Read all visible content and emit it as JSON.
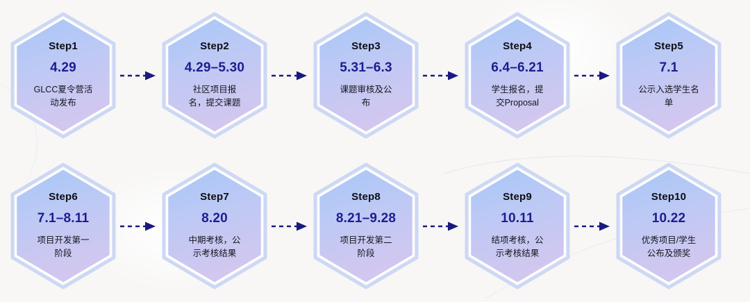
{
  "theme": {
    "page_background": "#f8f7f6",
    "hex_gradient_top": "#a9c8f5",
    "hex_gradient_bottom": "#cfc8ef",
    "hex_border": "#ffffff",
    "hex_outer_glow": "#c8d4f2",
    "date_text_color": "#1d1d8f",
    "step_text_color": "#0d0d12",
    "desc_text_color": "#15151c",
    "arrow_color": "#1a1a7e"
  },
  "diagram": {
    "type": "process-timeline",
    "orientation": "two-rows-of-five",
    "connector": "dashed-arrow",
    "step_count": 10
  },
  "steps": [
    {
      "label": "Step1",
      "date": "4.29",
      "desc_line1": "GLCC夏令营活",
      "desc_line2": "动发布"
    },
    {
      "label": "Step2",
      "date": "4.29–5.30",
      "desc_line1": "社区项目报",
      "desc_line2": "名，提交课题"
    },
    {
      "label": "Step3",
      "date": "5.31–6.3",
      "desc_line1": "课题审核及公",
      "desc_line2": "布"
    },
    {
      "label": "Step4",
      "date": "6.4–6.21",
      "desc_line1": "学生报名，提",
      "desc_line2": "交Proposal"
    },
    {
      "label": "Step5",
      "date": "7.1",
      "desc_line1": "公示入选学生名",
      "desc_line2": "单"
    },
    {
      "label": "Step6",
      "date": "7.1–8.11",
      "desc_line1": "项目开发第一",
      "desc_line2": "阶段"
    },
    {
      "label": "Step7",
      "date": "8.20",
      "desc_line1": "中期考核，公",
      "desc_line2": "示考核结果"
    },
    {
      "label": "Step8",
      "date": "8.21–9.28",
      "desc_line1": "项目开发第二",
      "desc_line2": "阶段"
    },
    {
      "label": "Step9",
      "date": "10.11",
      "desc_line1": "结项考核，公",
      "desc_line2": "示考核结果"
    },
    {
      "label": "Step10",
      "date": "10.22",
      "desc_line1": "优秀项目/学生",
      "desc_line2": "公布及颁奖"
    }
  ],
  "connectors": [
    {
      "name": "arrow-1-2"
    },
    {
      "name": "arrow-2-3"
    },
    {
      "name": "arrow-3-4"
    },
    {
      "name": "arrow-4-5"
    },
    {
      "name": "arrow-6-7"
    },
    {
      "name": "arrow-7-8"
    },
    {
      "name": "arrow-8-9"
    },
    {
      "name": "arrow-9-10"
    }
  ]
}
